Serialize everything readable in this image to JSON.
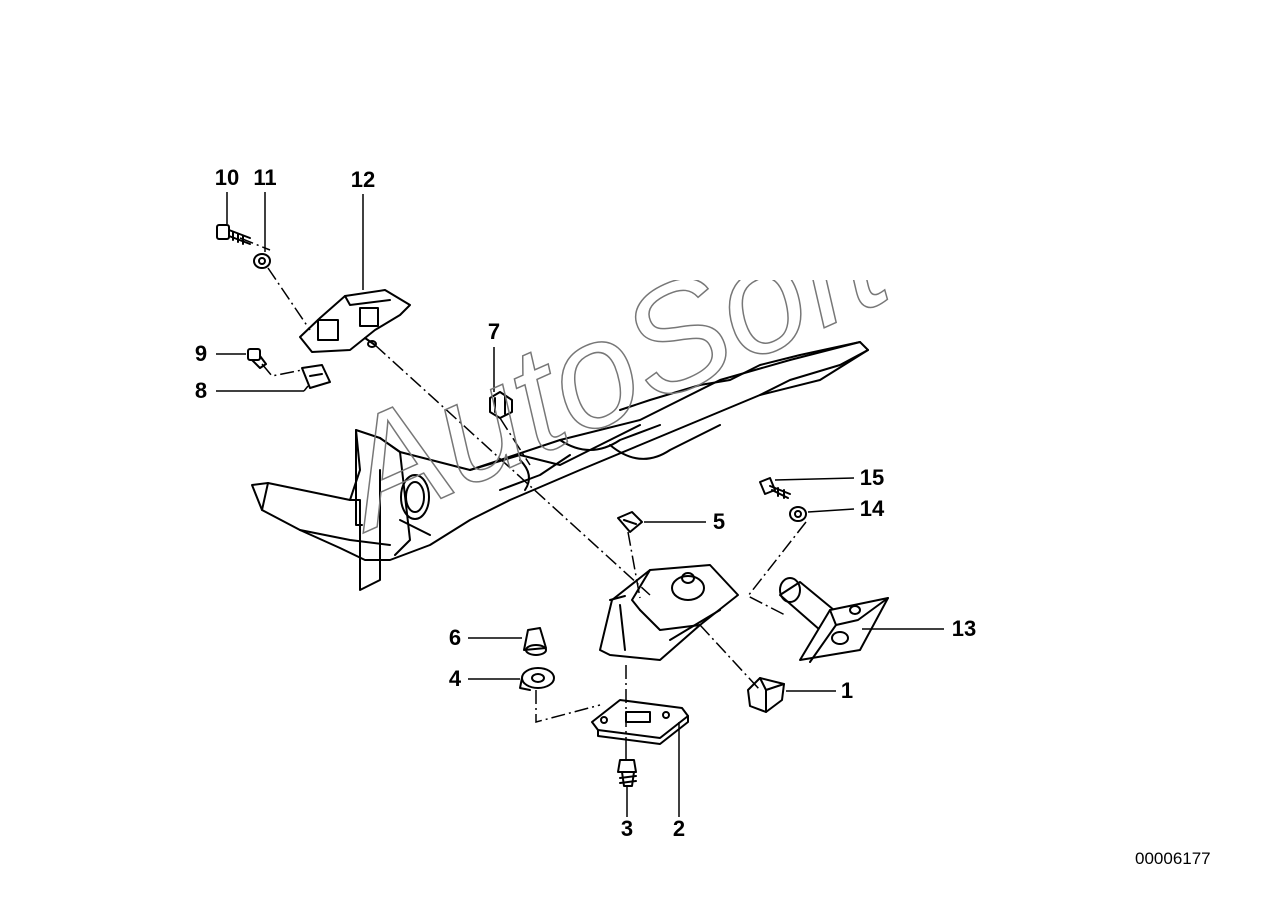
{
  "watermark": "AutoSoft",
  "reference_number": "00006177",
  "callouts": [
    {
      "id": "10",
      "label": "10"
    },
    {
      "id": "11",
      "label": "11"
    },
    {
      "id": "12",
      "label": "12"
    },
    {
      "id": "9",
      "label": "9"
    },
    {
      "id": "8",
      "label": "8"
    },
    {
      "id": "7",
      "label": "7"
    },
    {
      "id": "15",
      "label": "15"
    },
    {
      "id": "14",
      "label": "14"
    },
    {
      "id": "5",
      "label": "5"
    },
    {
      "id": "13",
      "label": "13"
    },
    {
      "id": "6",
      "label": "6"
    },
    {
      "id": "4",
      "label": "4"
    },
    {
      "id": "1",
      "label": "1"
    },
    {
      "id": "3",
      "label": "3"
    },
    {
      "id": "2",
      "label": "2"
    }
  ]
}
